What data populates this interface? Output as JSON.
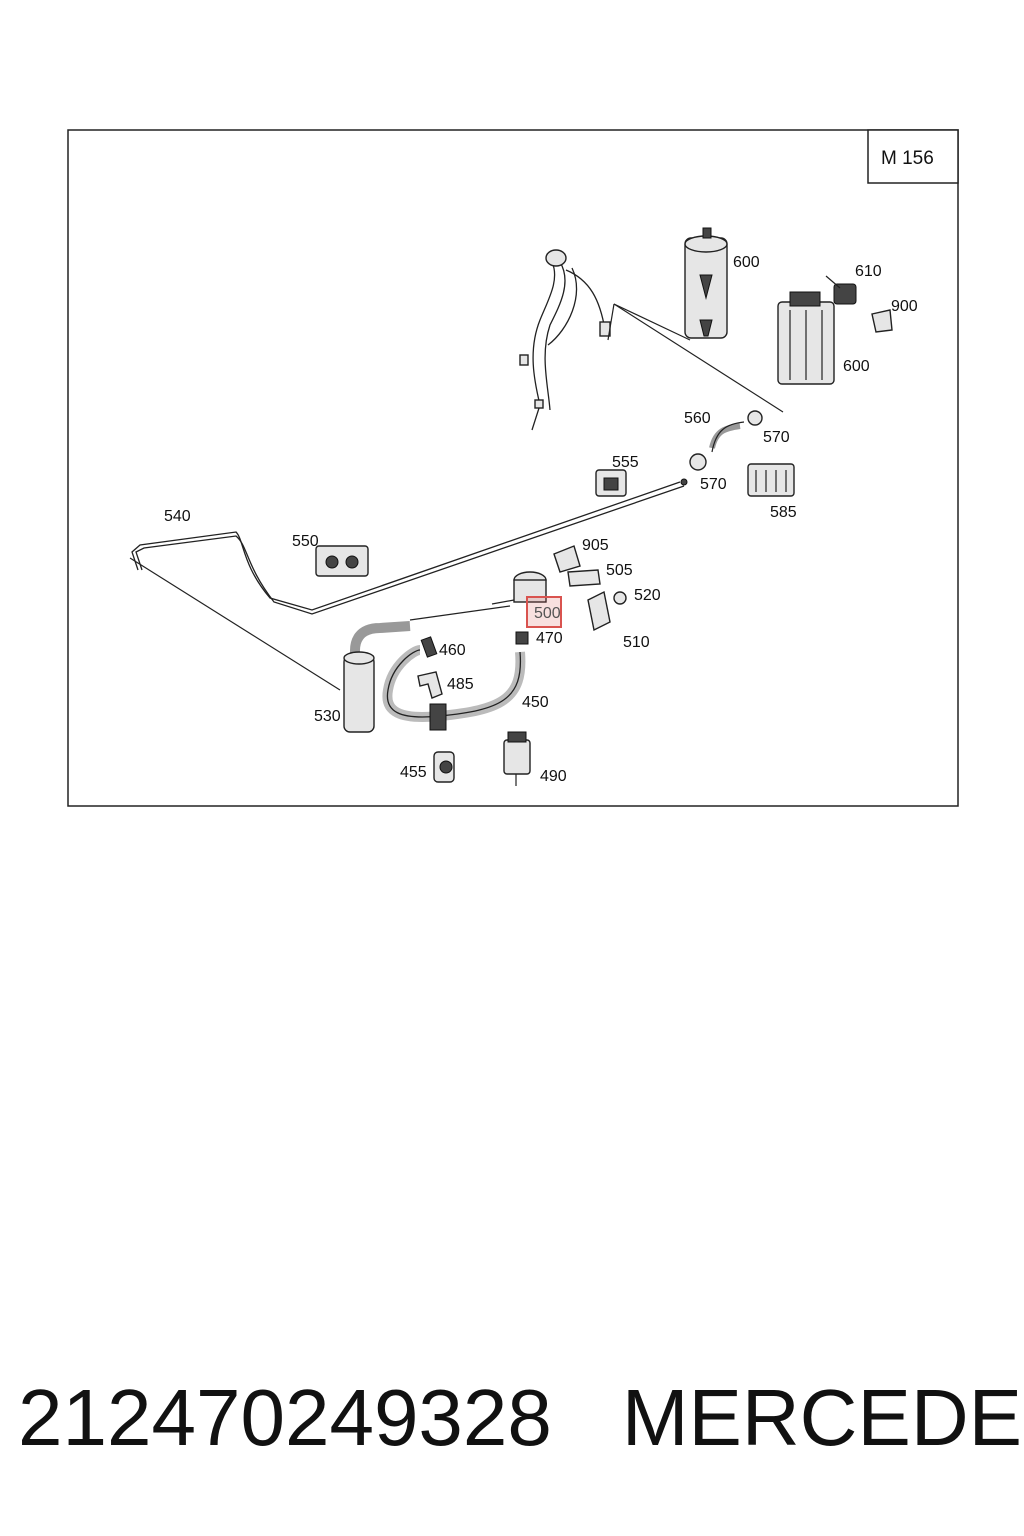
{
  "diagram": {
    "engine_code": "M 156",
    "highlighted_callout": "500",
    "callouts": {
      "c600a": "600",
      "c610": "610",
      "c900": "900",
      "c600b": "600",
      "c560": "560",
      "c570a": "570",
      "c570b": "570",
      "c555": "555",
      "c585": "585",
      "c540": "540",
      "c550": "550",
      "c905": "905",
      "c505": "505",
      "c520": "520",
      "c470": "470",
      "c510": "510",
      "c460": "460",
      "c485": "485",
      "c450": "450",
      "c530": "530",
      "c455": "455",
      "c490": "490"
    },
    "highlight_color": "#d9534f"
  },
  "footer": {
    "part_number": "212470249328",
    "brand": "MERCEDES"
  }
}
